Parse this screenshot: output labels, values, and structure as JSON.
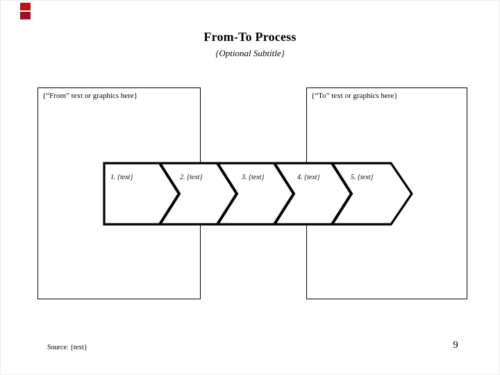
{
  "slide": {
    "title": "From-To Process",
    "subtitle": "{Optional Subtitle}",
    "from_box_label": "{“From” text or graphics here}",
    "to_box_label": "{“To” text or graphics here}",
    "process_steps": [
      "1. {text}",
      "2. {text}",
      "3. {text}",
      "4. {text}",
      "5. {text}"
    ],
    "source": "Source: {text}",
    "page_number": "9",
    "colors": {
      "background": "#ffffff",
      "text": "#000000",
      "box_border": "#000000",
      "chevron_outline": "#000000",
      "chevron_fill": "#ffffff",
      "logo_red_top": "#c40f0f",
      "logo_red_bottom": "#a30d24"
    }
  }
}
